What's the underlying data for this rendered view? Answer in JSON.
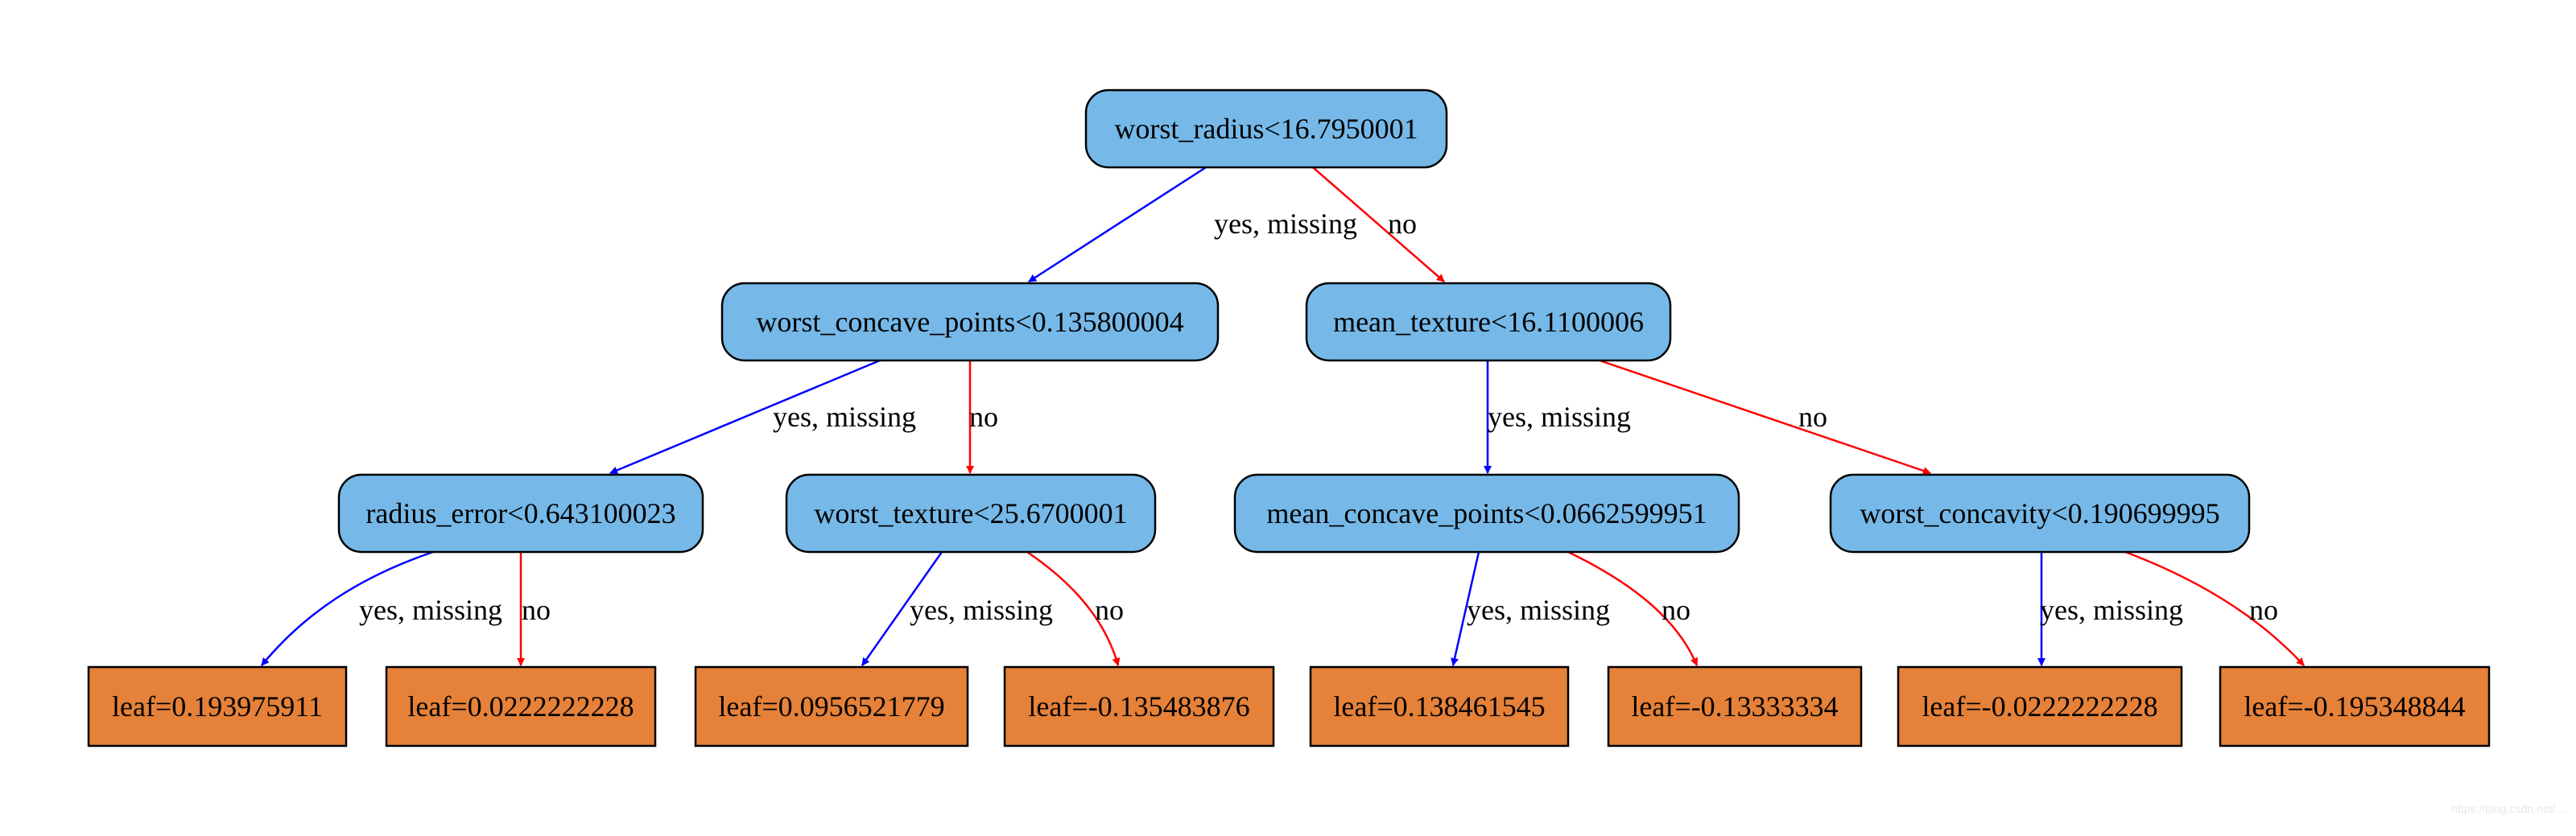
{
  "tree": {
    "colors": {
      "split_fill": "#76b9e8",
      "leaf_fill": "#e58139",
      "yes_edge": "#0000ff",
      "no_edge": "#ff0000"
    },
    "nodes": [
      {
        "id": "n0",
        "kind": "split",
        "text": "worst_radius<16.7950001"
      },
      {
        "id": "n1",
        "kind": "split",
        "text": "worst_concave_points<0.135800004"
      },
      {
        "id": "n2",
        "kind": "split",
        "text": "mean_texture<16.1100006"
      },
      {
        "id": "n3",
        "kind": "split",
        "text": "radius_error<0.643100023"
      },
      {
        "id": "n4",
        "kind": "split",
        "text": "worst_texture<25.6700001"
      },
      {
        "id": "n5",
        "kind": "split",
        "text": "mean_concave_points<0.0662599951"
      },
      {
        "id": "n6",
        "kind": "split",
        "text": "worst_concavity<0.190699995"
      },
      {
        "id": "l0",
        "kind": "leaf",
        "text": "leaf=0.193975911"
      },
      {
        "id": "l1",
        "kind": "leaf",
        "text": "leaf=0.0222222228"
      },
      {
        "id": "l2",
        "kind": "leaf",
        "text": "leaf=0.0956521779"
      },
      {
        "id": "l3",
        "kind": "leaf",
        "text": "leaf=-0.135483876"
      },
      {
        "id": "l4",
        "kind": "leaf",
        "text": "leaf=0.138461545"
      },
      {
        "id": "l5",
        "kind": "leaf",
        "text": "leaf=-0.13333334"
      },
      {
        "id": "l6",
        "kind": "leaf",
        "text": "leaf=-0.0222222228"
      },
      {
        "id": "l7",
        "kind": "leaf",
        "text": "leaf=-0.195348844"
      }
    ],
    "edges": [
      {
        "from": "n0",
        "to": "n1",
        "branch": "yes",
        "label": "yes, missing"
      },
      {
        "from": "n0",
        "to": "n2",
        "branch": "no",
        "label": "no"
      },
      {
        "from": "n1",
        "to": "n3",
        "branch": "yes",
        "label": "yes, missing"
      },
      {
        "from": "n1",
        "to": "n4",
        "branch": "no",
        "label": "no"
      },
      {
        "from": "n2",
        "to": "n5",
        "branch": "yes",
        "label": "yes, missing"
      },
      {
        "from": "n2",
        "to": "n6",
        "branch": "no",
        "label": "no"
      },
      {
        "from": "n3",
        "to": "l0",
        "branch": "yes",
        "label": "yes, missing"
      },
      {
        "from": "n3",
        "to": "l1",
        "branch": "no",
        "label": "no"
      },
      {
        "from": "n4",
        "to": "l2",
        "branch": "yes",
        "label": "yes, missing"
      },
      {
        "from": "n4",
        "to": "l3",
        "branch": "no",
        "label": "no"
      },
      {
        "from": "n5",
        "to": "l4",
        "branch": "yes",
        "label": "yes, missing"
      },
      {
        "from": "n5",
        "to": "l5",
        "branch": "no",
        "label": "no"
      },
      {
        "from": "n6",
        "to": "l6",
        "branch": "yes",
        "label": "yes, missing"
      },
      {
        "from": "n6",
        "to": "l7",
        "branch": "no",
        "label": "no"
      }
    ]
  },
  "watermark": "https://blog.csdn.net/..."
}
